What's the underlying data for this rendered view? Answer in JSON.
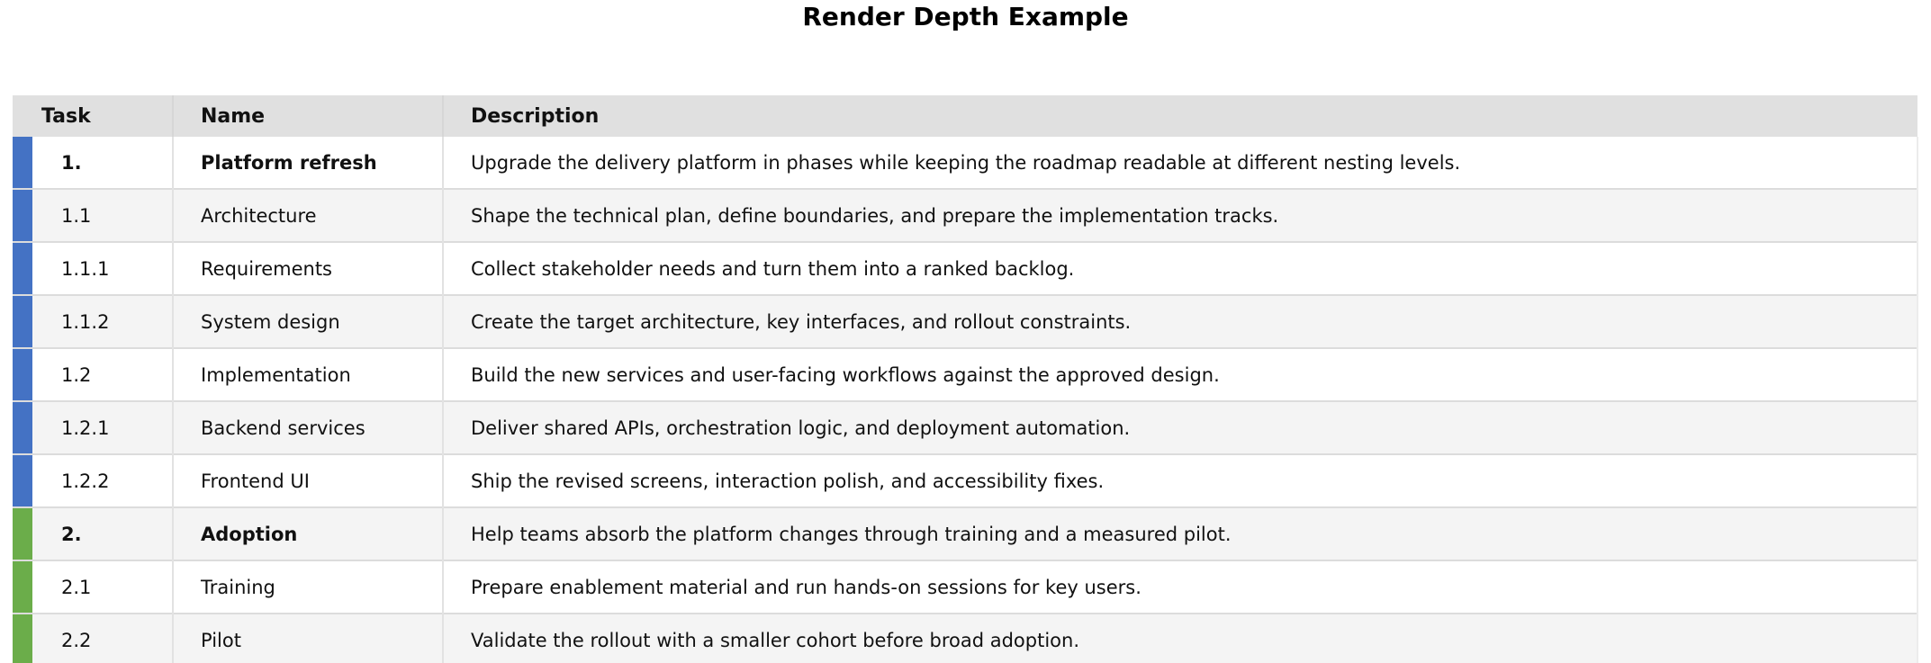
{
  "title": "Render Depth Example",
  "colors": {
    "blue": "#4472c4",
    "green": "#6bad4a",
    "header_bg": "#e0e0e0",
    "row_alt_bg": "#f4f4f4",
    "separator": "#dcdcdc"
  },
  "table": {
    "columns": [
      "Task",
      "Name",
      "Description"
    ],
    "rows": [
      {
        "task": "1.",
        "name": "Platform refresh",
        "description": "Upgrade the delivery platform in phases while keeping the roadmap readable at different nesting levels.",
        "accent": "blue",
        "bold": true
      },
      {
        "task": "1.1",
        "name": "Architecture",
        "description": "Shape the technical plan, define boundaries, and prepare the implementation tracks.",
        "accent": "blue",
        "bold": false
      },
      {
        "task": "1.1.1",
        "name": "Requirements",
        "description": "Collect stakeholder needs and turn them into a ranked backlog.",
        "accent": "blue",
        "bold": false
      },
      {
        "task": "1.1.2",
        "name": "System design",
        "description": "Create the target architecture, key interfaces, and rollout constraints.",
        "accent": "blue",
        "bold": false
      },
      {
        "task": "1.2",
        "name": "Implementation",
        "description": "Build the new services and user-facing workflows against the approved design.",
        "accent": "blue",
        "bold": false
      },
      {
        "task": "1.2.1",
        "name": "Backend services",
        "description": "Deliver shared APIs, orchestration logic, and deployment automation.",
        "accent": "blue",
        "bold": false
      },
      {
        "task": "1.2.2",
        "name": "Frontend UI",
        "description": "Ship the revised screens, interaction polish, and accessibility fixes.",
        "accent": "blue",
        "bold": false
      },
      {
        "task": "2.",
        "name": "Adoption",
        "description": "Help teams absorb the platform changes through training and a measured pilot.",
        "accent": "green",
        "bold": true
      },
      {
        "task": "2.1",
        "name": "Training",
        "description": "Prepare enablement material and run hands-on sessions for key users.",
        "accent": "green",
        "bold": false
      },
      {
        "task": "2.2",
        "name": "Pilot",
        "description": "Validate the rollout with a smaller cohort before broad adoption.",
        "accent": "green",
        "bold": false
      }
    ]
  }
}
